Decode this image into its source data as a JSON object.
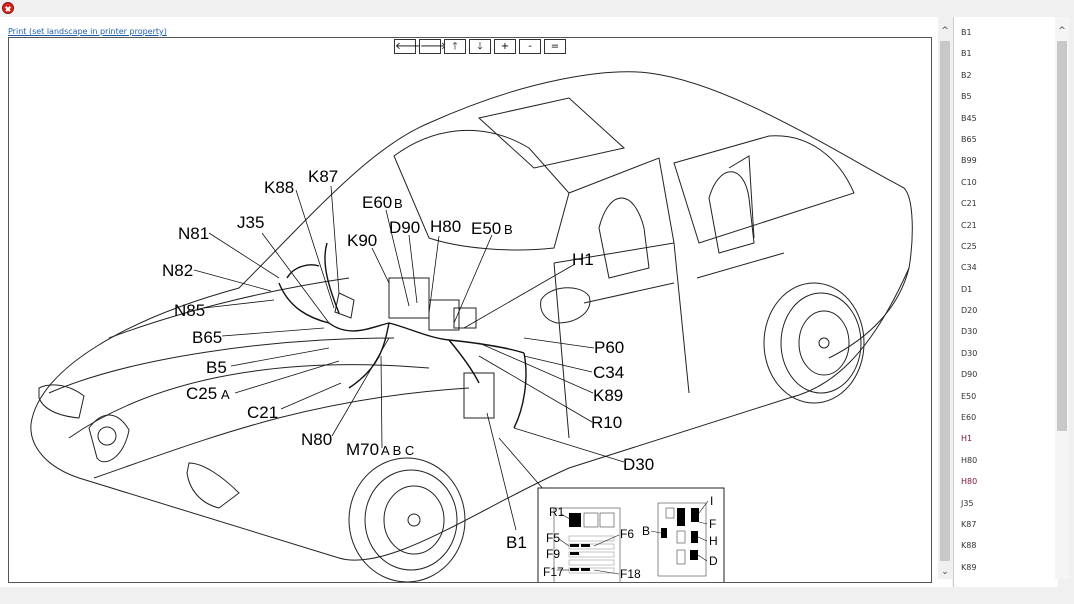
{
  "window": {
    "close_icon": "close-icon"
  },
  "print_link": "Print (set landscape in printer property)",
  "toolbar": [
    {
      "name": "pan-left-button",
      "icon": "arrow-left-icon",
      "label": "🡐"
    },
    {
      "name": "pan-right-button",
      "icon": "arrow-right-icon",
      "label": "🡒"
    },
    {
      "name": "pan-up-button",
      "icon": "arrow-up-icon",
      "label": "🡑"
    },
    {
      "name": "pan-down-button",
      "icon": "arrow-down-icon",
      "label": "🡓"
    },
    {
      "name": "zoom-in-button",
      "icon": "plus-icon",
      "label": "+"
    },
    {
      "name": "zoom-out-button",
      "icon": "minus-icon",
      "label": "-"
    },
    {
      "name": "zoom-reset-button",
      "icon": "equals-icon",
      "label": "="
    }
  ],
  "diagram_labels": {
    "N81": "N81",
    "N82": "N82",
    "N85": "N85",
    "B65": "B65",
    "B5": "B5",
    "C25": "C25",
    "C25_sub": "A",
    "C21": "C21",
    "N80": "N80",
    "M70": "M70",
    "M70_sub": "A  B  C",
    "J35": "J35",
    "K88": "K88",
    "K87": "K87",
    "K90": "K90",
    "E60": "E60",
    "E60_sub": "B",
    "D90": "D90",
    "H80": "H80",
    "E50": "E50",
    "E50_sub": "B",
    "H1": "H1",
    "P60": "P60",
    "C34": "C34",
    "K89": "K89",
    "R10": "R10",
    "D30": "D30",
    "B1": "B1"
  },
  "fuse_labels": {
    "R1": "R1",
    "F5": "F5",
    "F9": "F9",
    "F17": "F17",
    "F6": "F6",
    "F18": "F18",
    "B": "B",
    "I": "I",
    "F": "F",
    "H": "H",
    "D": "D"
  },
  "sidebar_items": [
    {
      "label": "B1",
      "hl": false
    },
    {
      "label": "B1",
      "hl": false
    },
    {
      "label": "B2",
      "hl": false
    },
    {
      "label": "B5",
      "hl": false
    },
    {
      "label": "B45",
      "hl": false
    },
    {
      "label": "B65",
      "hl": false
    },
    {
      "label": "B99",
      "hl": false
    },
    {
      "label": "C10",
      "hl": false
    },
    {
      "label": "C21",
      "hl": false
    },
    {
      "label": "C21",
      "hl": false
    },
    {
      "label": "C25",
      "hl": false
    },
    {
      "label": "C34",
      "hl": false
    },
    {
      "label": "D1",
      "hl": false
    },
    {
      "label": "D20",
      "hl": false
    },
    {
      "label": "D30",
      "hl": false
    },
    {
      "label": "D30",
      "hl": false
    },
    {
      "label": "D90",
      "hl": false
    },
    {
      "label": "E50",
      "hl": false
    },
    {
      "label": "E60",
      "hl": false
    },
    {
      "label": "H1",
      "hl": true
    },
    {
      "label": "H80",
      "hl": false
    },
    {
      "label": "H80",
      "hl": true
    },
    {
      "label": "J35",
      "hl": false
    },
    {
      "label": "K87",
      "hl": false
    },
    {
      "label": "K88",
      "hl": false
    },
    {
      "label": "K89",
      "hl": false
    }
  ],
  "colors": {
    "link": "#1f5fb0",
    "highlight": "#7a1530",
    "close": "#d9261c"
  }
}
